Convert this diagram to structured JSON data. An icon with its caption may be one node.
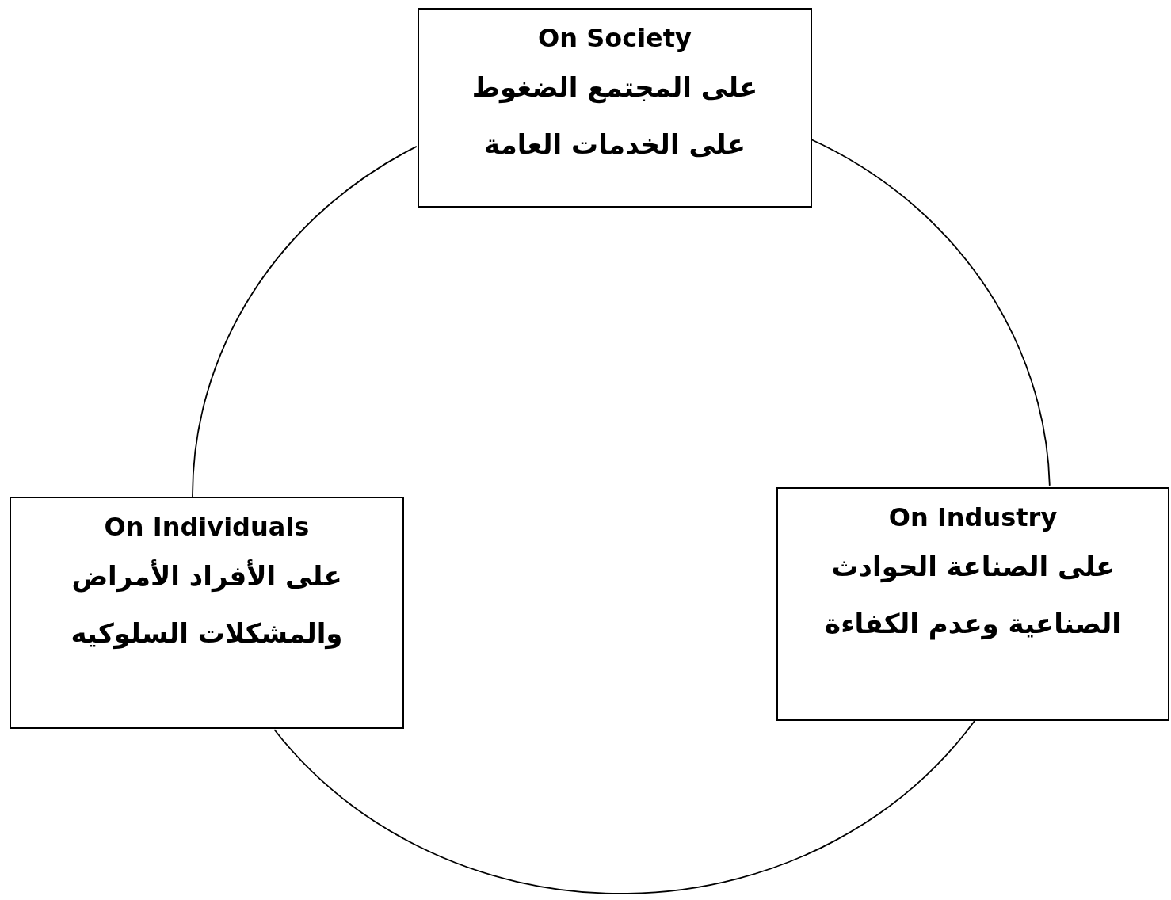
{
  "diagram": {
    "nodes": [
      {
        "text": [
          "On Society",
          "على المجتمع الضغوط على الخدمات العامة"
        ]
      },
      {
        "text": [
          "On Individuals",
          "على الأفراد الأمراض والمشكلات السلوكيه"
        ]
      },
      {
        "text": [
          "On Industry",
          "على الصناعة الحوادث الصناعية وعدم الكفاءة"
        ]
      }
    ],
    "edges": [
      {
        "from": 0,
        "to": 2,
        "arrow": "none"
      },
      {
        "from": 2,
        "to": 1,
        "arrow": "none"
      },
      {
        "from": 1,
        "to": 0,
        "arrow": "none"
      }
    ]
  }
}
